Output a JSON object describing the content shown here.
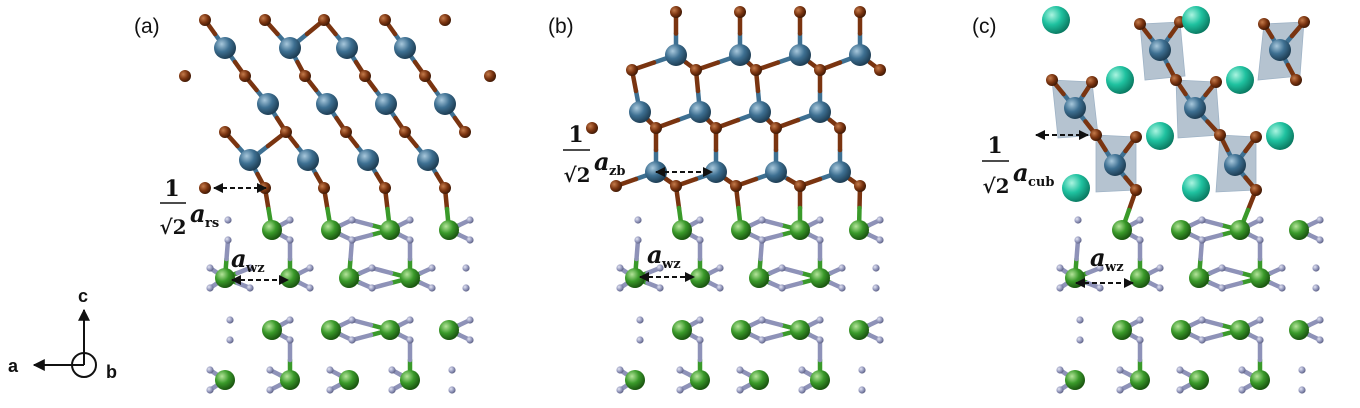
{
  "panels": [
    {
      "label": "(a)",
      "top_sub": "rs",
      "bottom_sub": "wz"
    },
    {
      "label": "(b)",
      "top_sub": "zb",
      "bottom_sub": "wz"
    },
    {
      "label": "(c)",
      "top_sub": "cub",
      "bottom_sub": "wz"
    }
  ],
  "lattice": {
    "symbol": "a",
    "fraction_num": "1",
    "fraction_den": "√2"
  },
  "axes": {
    "vertical": "c",
    "horizontal": "a",
    "out_of_plane": "b"
  },
  "colors": {
    "anion_brown": "#7a3410",
    "cation_blue": "#3e7092",
    "substrate_green": "#3a9a2a",
    "substrate_purple": "#8e92b8",
    "cation_teal": "#1fc2a0",
    "octahedron": "#7891aa"
  }
}
